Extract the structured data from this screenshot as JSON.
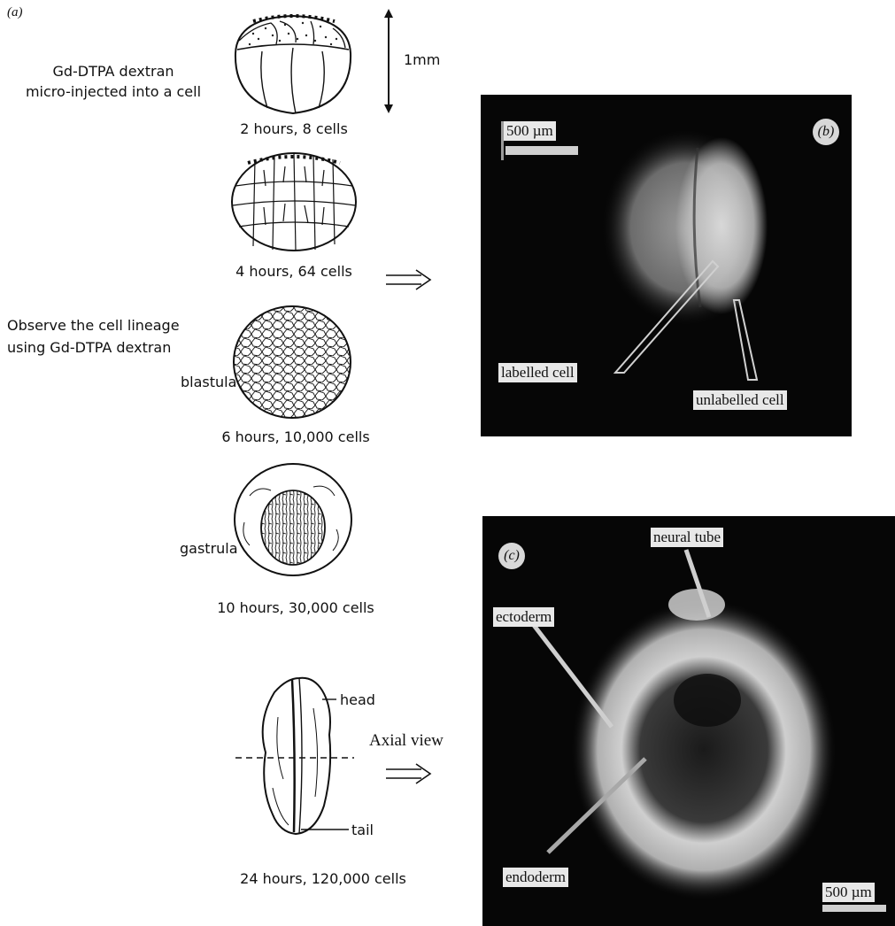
{
  "panel_a": {
    "label": "(a)",
    "scale_label": "1mm",
    "inject_note_line1": "Gd-DTPA dextran",
    "inject_note_line2": "micro-injected into a cell",
    "observe_note_line1": "Observe the cell lineage",
    "observe_note_line2": "using Gd-DTPA dextran",
    "stages": [
      {
        "caption": "2 hours, 8 cells"
      },
      {
        "caption": "4 hours, 64 cells"
      },
      {
        "caption": "6 hours, 10,000 cells",
        "name": "blastula"
      },
      {
        "caption": "10 hours, 30,000 cells",
        "name": "gastrula"
      },
      {
        "caption": "24 hours, 120,000 cells",
        "head": "head",
        "tail": "tail"
      }
    ],
    "axial_view": "Axial view"
  },
  "panel_b": {
    "label": "(b)",
    "scale_bar": "500 µm",
    "labels": [
      "labelled cell",
      "unlabelled cell"
    ]
  },
  "panel_c": {
    "label": "(c)",
    "scale_bar": "500 µm",
    "labels": [
      "neural tube",
      "ectoderm",
      "endoderm"
    ]
  }
}
